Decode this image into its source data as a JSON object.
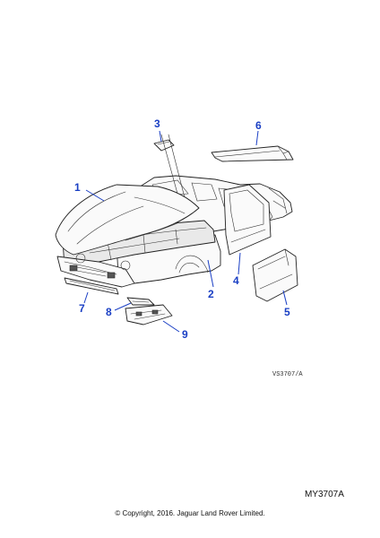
{
  "diagram": {
    "callouts": [
      {
        "id": "1",
        "label": "1"
      },
      {
        "id": "2",
        "label": "2"
      },
      {
        "id": "3",
        "label": "3"
      },
      {
        "id": "4",
        "label": "4"
      },
      {
        "id": "5",
        "label": "5"
      },
      {
        "id": "6",
        "label": "6"
      },
      {
        "id": "7",
        "label": "7"
      },
      {
        "id": "8",
        "label": "8"
      },
      {
        "id": "9",
        "label": "9"
      }
    ],
    "drawing_ref": "VS3707/A"
  },
  "footer": {
    "code": "MY3707A",
    "copyright": "© Copyright, 2016. Jaguar Land Rover Limited."
  },
  "colors": {
    "callout": "#1a3fc4",
    "line": "#222222",
    "background": "#ffffff"
  }
}
